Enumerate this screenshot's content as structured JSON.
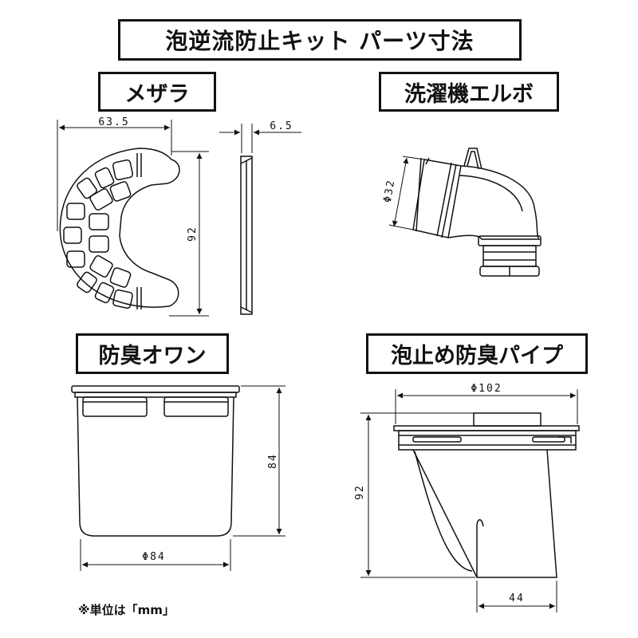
{
  "title": "泡逆流防止キット パーツ寸法",
  "parts": {
    "megara": {
      "name": "メザラ",
      "width": "63.5",
      "thickness": "6.5",
      "height": "92"
    },
    "elbow": {
      "name": "洗濯機エルボ",
      "diameter": "Φ32"
    },
    "owan": {
      "name": "防臭オワン",
      "height": "84",
      "diameter": "Φ84"
    },
    "pipe": {
      "name": "泡止め防臭パイプ",
      "diameter": "Φ102",
      "height": "92",
      "outlet": "44"
    }
  },
  "note": "※単位は「mm」"
}
